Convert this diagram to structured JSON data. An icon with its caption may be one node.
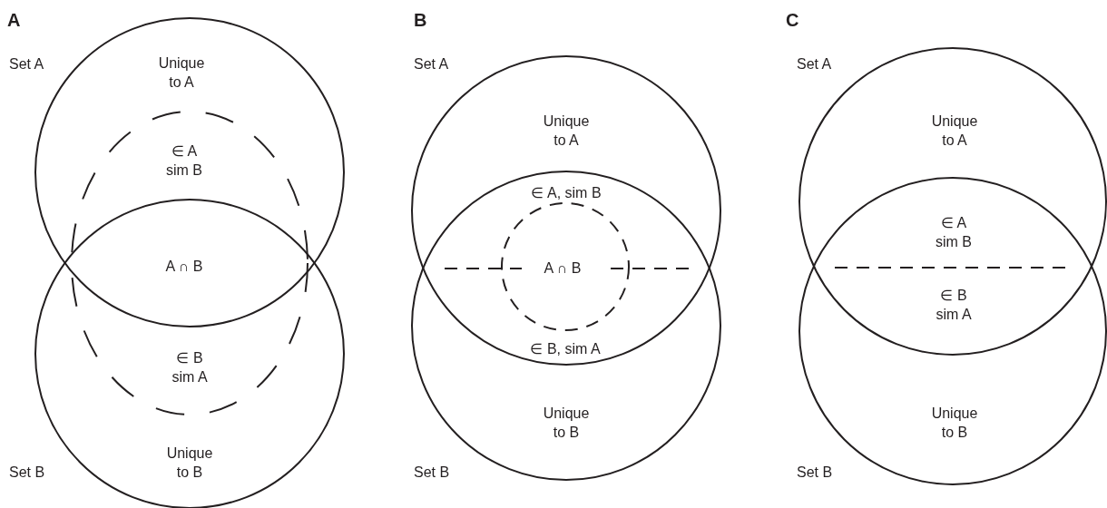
{
  "diagram": {
    "labels": [
      "A",
      "Set A",
      "Unique to A",
      "∈ A sim B",
      "A ∩ B",
      "∈ B sim A",
      "Unique to B",
      "Set B",
      "B",
      "Set A",
      "Unique to A",
      "∈ A, sim B",
      "A ∩ B",
      "∈ B, sim A",
      "Unique to B",
      "Set B",
      "C",
      "Set A",
      "Unique to A",
      "∈ A sim B",
      "∈ B sim A",
      "Unique to B",
      "Set B"
    ]
  }
}
